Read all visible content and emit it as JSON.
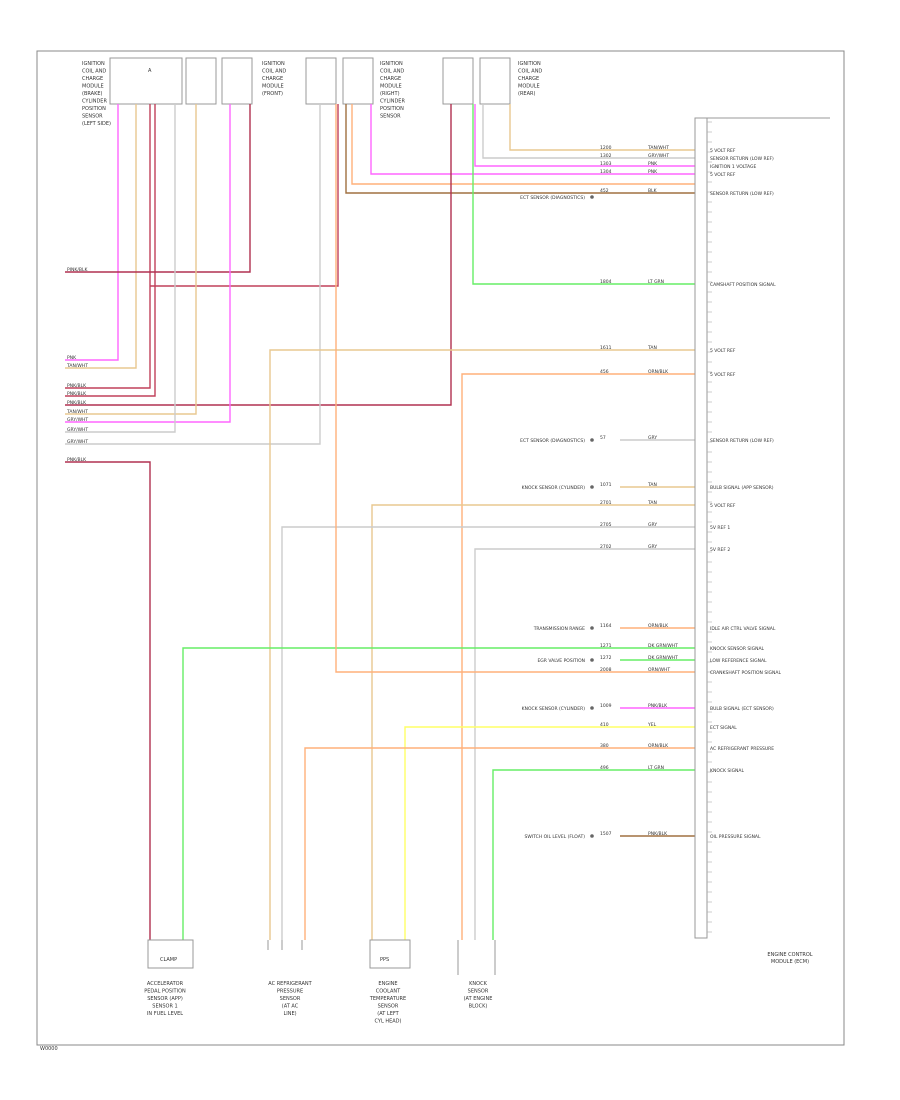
{
  "footer_code": "W0000",
  "module_label": [
    "ENGINE CONTROL",
    "MODULE (ECM)"
  ],
  "colors": {
    "pink": "#ff66ff",
    "red": "#c0405a",
    "tan": "#e8c890",
    "orange": "#ffb07a",
    "yellow": "#ffff66",
    "green": "#66ee66",
    "gray": "#cccccc",
    "darkred": "#b03050",
    "brown": "#a07040"
  },
  "top_components": [
    {
      "id": "c1",
      "label": [
        "IGNITION",
        "COIL AND",
        "CHARGE",
        "MODULE",
        "(BRAKE)",
        "CYLINDER",
        "POSITION",
        "SENSOR",
        "(LEFT SIDE)"
      ]
    },
    {
      "id": "c2",
      "label": [
        "IGNITION",
        "COIL AND",
        "CHARGE",
        "MODULE",
        "(FRONT)"
      ]
    },
    {
      "id": "c3",
      "label": [
        "IGNITION",
        "COIL AND",
        "CHARGE",
        "MODULE",
        "(RIGHT)",
        "CYLINDER",
        "POSITION",
        "SENSOR"
      ]
    },
    {
      "id": "c4",
      "label": [
        "IGNITION",
        "COIL AND",
        "CHARGE",
        "MODULE",
        "(REAR)"
      ]
    }
  ],
  "bottom_components": [
    {
      "id": "b1",
      "label": [
        "ACCELERATOR",
        "PEDAL POSITION",
        "SENSOR (APP)",
        "SENSOR 1",
        "IN FUEL LEVEL"
      ]
    },
    {
      "id": "b2",
      "label": [
        "AC REFRIGERANT",
        "PRESSURE",
        "SENSOR",
        "(AT AC",
        "LINE)"
      ]
    },
    {
      "id": "b3",
      "label": [
        "ENGINE",
        "COOLANT",
        "TEMPERATURE",
        "SENSOR",
        "(AT LEFT",
        "CYL HEAD)"
      ]
    },
    {
      "id": "b4",
      "label": [
        "KNOCK",
        "SENSOR",
        "(AT ENGINE",
        "BLOCK)"
      ]
    }
  ],
  "left_splice_labels": [
    "PINK/BLK",
    "PNK",
    "TAN/WHT",
    "PNK/BLK",
    "PNK/BLK",
    "PNK/BLK",
    "TAN/WHT",
    "GRY/WHT",
    "GRY/WHT",
    "GRY/WHT",
    "PNK/BLK"
  ],
  "right_wires": [
    {
      "code": "1200",
      "color": "TAN/WHT",
      "desc": "5 VOLT REF"
    },
    {
      "code": "1302",
      "color": "GRY/WHT",
      "desc": "SENSOR RETURN (LOW REF)"
    },
    {
      "code": "1303",
      "color": "PNK",
      "desc": "IGNITION 1 VOLTAGE"
    },
    {
      "code": "1304",
      "color": "PNK",
      "desc": "5 VOLT REF"
    },
    {
      "code": "452",
      "color": "BLK",
      "desc": "SENSOR RETURN (LOW REF)"
    },
    {
      "code": "1804",
      "color": "LT GRN",
      "desc": "CAMSHAFT POSITION SIGNAL"
    },
    {
      "code": "1611",
      "color": "TAN",
      "desc": "5 VOLT REF"
    },
    {
      "code": "456",
      "color": "ORN/BLK",
      "desc": "5 VOLT REF"
    },
    {
      "code": "57",
      "color": "GRY",
      "desc": "SENSOR RETURN (LOW REF)"
    },
    {
      "code": "1071",
      "color": "TAN",
      "desc": "BULB SIGNAL (APP SENSOR)"
    },
    {
      "code": "2701",
      "color": "TAN",
      "desc": "5 VOLT REF"
    },
    {
      "code": "2705",
      "color": "GRY",
      "desc": "5V REF 1"
    },
    {
      "code": "2702",
      "color": "GRY",
      "desc": "5V REF 2"
    },
    {
      "code": "1164",
      "color": "ORN/BLK",
      "desc": "IDLE AIR CTRL VALVE SIGNAL"
    },
    {
      "code": "1271",
      "color": "DK GRN/WHT",
      "desc": "KNOCK SENSOR SIGNAL"
    },
    {
      "code": "1272",
      "color": "DK GRN/WHT",
      "desc": "LOW REFERENCE SIGNAL"
    },
    {
      "code": "2008",
      "color": "ORN/WHT",
      "desc": "CRANKSHAFT POSITION SIGNAL"
    },
    {
      "code": "1009",
      "color": "PNK/BLK",
      "desc": "BULB SIGNAL (ECT SENSOR)"
    },
    {
      "code": "410",
      "color": "YEL",
      "desc": "ECT SIGNAL"
    },
    {
      "code": "380",
      "color": "ORN/BLK",
      "desc": "AC REFRIGERANT PRESSURE"
    },
    {
      "code": "496",
      "color": "LT GRN",
      "desc": "KNOCK SIGNAL"
    },
    {
      "code": "1507",
      "color": "PNK/BLK",
      "desc": "OIL PRESSURE SIGNAL"
    }
  ],
  "splice_notes": [
    "ECT SENSOR (DIAGNOSTICS)",
    "ECT SENSOR (DIAGNOSTICS)",
    "KNOCK SENSOR (CYLINDER)",
    "TRANSMISSION RANGE",
    "EGR VALVE POSITION",
    "KNOCK SENSOR (CYLINDER)",
    "SWITCH OIL LEVEL (FLOAT)"
  ],
  "bottom_box_labels": [
    "CLAMP",
    "PPS"
  ]
}
